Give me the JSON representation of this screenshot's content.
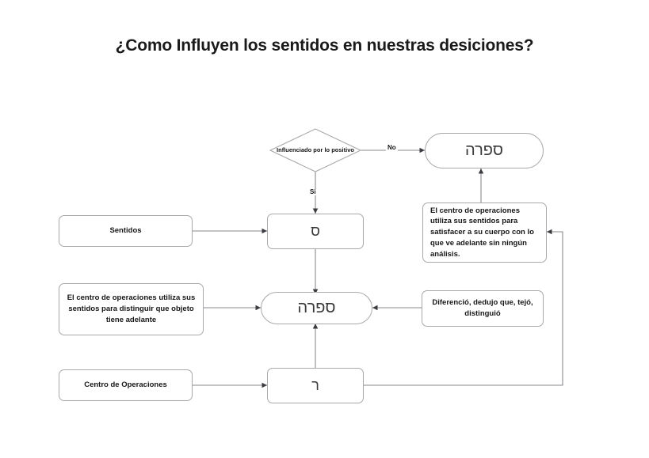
{
  "page": {
    "title": "¿Como Influyen los sentidos en nuestras desiciones?",
    "background": "#ffffff",
    "node_border_color": "#a9a9ad",
    "line_color": "#7a7a7f",
    "text_color": "#161616"
  },
  "diagram": {
    "type": "flowchart",
    "nodes": [
      {
        "id": "decision",
        "shape": "diamond",
        "label": "Influenciado por lo positivo"
      },
      {
        "id": "sefira_top",
        "shape": "stadium",
        "label": "ספרה"
      },
      {
        "id": "sentidos",
        "shape": "rounded",
        "label": "Sentidos"
      },
      {
        "id": "samekh",
        "shape": "rounded",
        "label": "ס"
      },
      {
        "id": "centro_right",
        "shape": "rounded",
        "label": "El centro de operaciones utiliza sus sentidos para satisfacer a su cuerpo con lo que ve adelante sin ningún análisis."
      },
      {
        "id": "centro_left",
        "shape": "rounded",
        "label": "El centro de operaciones utiliza sus sentidos para distinguir que objeto tiene adelante"
      },
      {
        "id": "sefira_mid",
        "shape": "stadium",
        "label": "ספרה"
      },
      {
        "id": "diferencio",
        "shape": "rounded",
        "label": "Diferenció, dedujo que, tejó, distinguió"
      },
      {
        "id": "centro_ops",
        "shape": "rounded",
        "label": "Centro de Operaciones"
      },
      {
        "id": "resh",
        "shape": "rounded",
        "label": "ר"
      }
    ],
    "edges": [
      {
        "from": "decision",
        "to": "sefira_top",
        "label": "No"
      },
      {
        "from": "decision",
        "to": "samekh",
        "label": "Si"
      },
      {
        "from": "sentidos",
        "to": "samekh",
        "label": ""
      },
      {
        "from": "samekh",
        "to": "sefira_mid",
        "label": ""
      },
      {
        "from": "centro_left",
        "to": "sefira_mid",
        "label": ""
      },
      {
        "from": "diferencio",
        "to": "sefira_mid",
        "label": ""
      },
      {
        "from": "centro_ops",
        "to": "resh",
        "label": ""
      },
      {
        "from": "resh",
        "to": "sefira_mid",
        "label": ""
      },
      {
        "from": "resh",
        "to": "centro_right",
        "label": ""
      },
      {
        "from": "centro_right",
        "to": "sefira_top",
        "label": ""
      }
    ],
    "edge_labels": {
      "no": "No",
      "si": "Si"
    }
  }
}
